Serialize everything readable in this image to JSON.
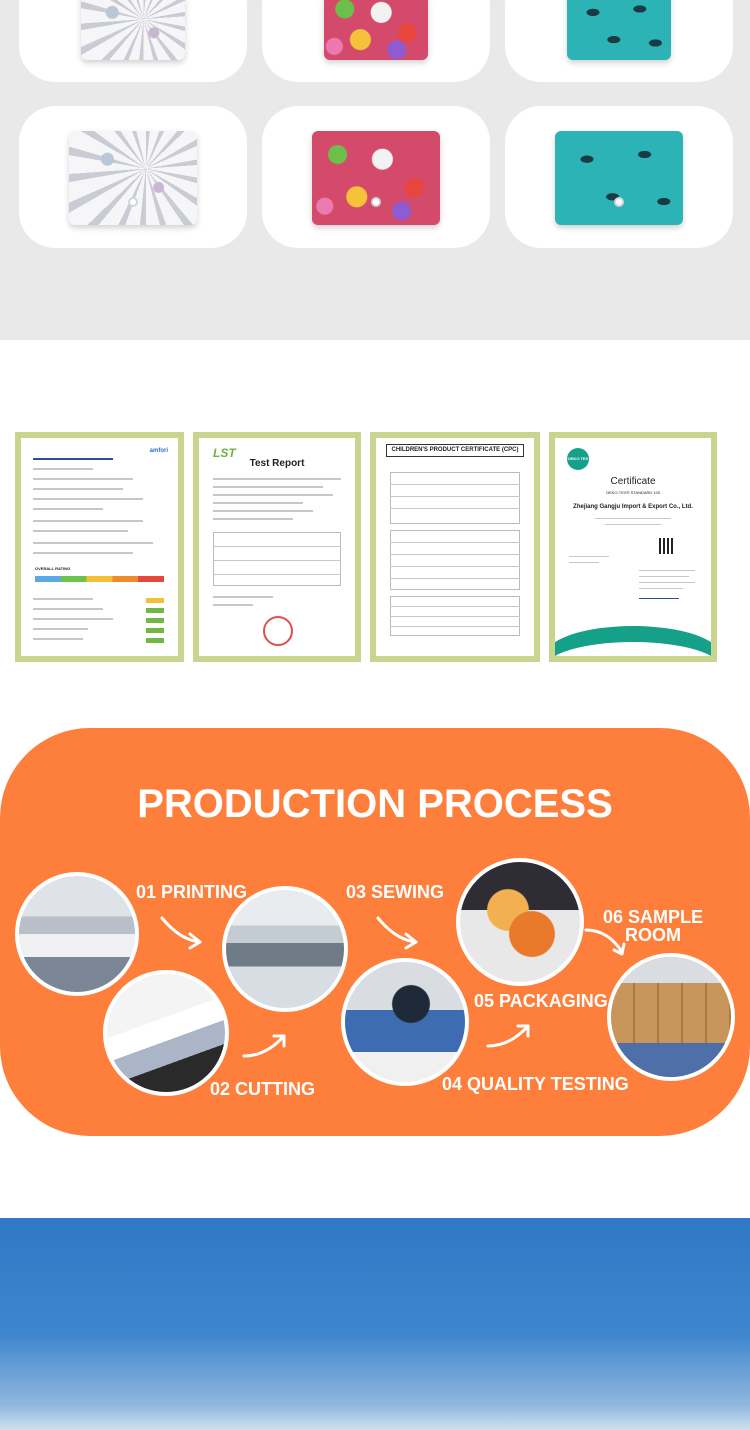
{
  "products": {
    "row1": [
      {
        "pattern": "unicorn-icon"
      },
      {
        "pattern": "monster-icon"
      },
      {
        "pattern": "eyes-icon"
      }
    ],
    "row2": [
      {
        "pattern": "unicorn-icon"
      },
      {
        "pattern": "monster-icon"
      },
      {
        "pattern": "eyes-icon"
      }
    ]
  },
  "certificates": {
    "amfori": {
      "logo": "amfori",
      "section_label": "OVERALL RATING"
    },
    "lst": {
      "logo": "LST",
      "title": "Test Report"
    },
    "cpc": {
      "title": "CHILDREN'S PRODUCT CERTIFICATE (CPC)"
    },
    "oeko": {
      "logo": "OEKO TEX",
      "title": "Certificate",
      "subtitle": "OEKO-TEX® STANDARD 100",
      "company": "Zhejiang Gangju Import & Export Co., Ltd."
    }
  },
  "process": {
    "title": "PRODUCTION PROCESS",
    "steps": {
      "printing": "01 PRINTING",
      "cutting": "02 CUTTING",
      "sewing": "03 SEWING",
      "quality": "04 QUALITY TESTING",
      "packaging": "05 PACKAGING",
      "sample_line1": "06 SAMPLE",
      "sample_line2": "ROOM"
    }
  },
  "colors": {
    "grid_bg": "#e9e9e9",
    "cert_frame": "#c9d48f",
    "process_bg": "#fd7f3b",
    "sky": "#2f78c4"
  }
}
